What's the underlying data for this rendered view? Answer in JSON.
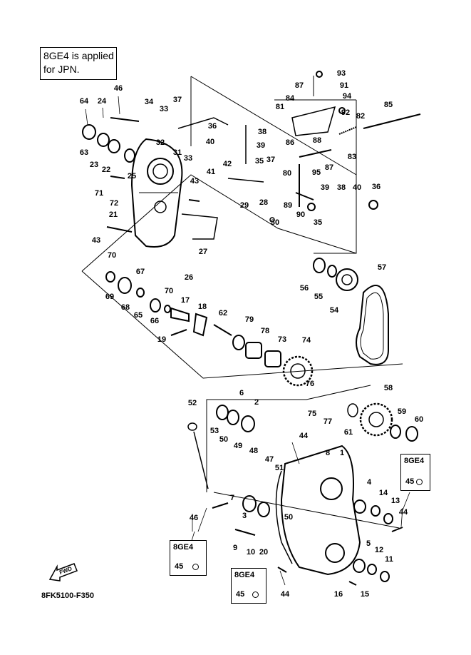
{
  "note": {
    "line1": "8GE4 is applied",
    "line2": "for JPN."
  },
  "figure_code": "8FK5100-F350",
  "fwd_label": "FWD",
  "variant_boxes": [
    {
      "code": "8GE4",
      "part": "45"
    },
    {
      "code": "8GE4",
      "part": "45"
    },
    {
      "code": "8GE4",
      "part": "45"
    }
  ],
  "callouts": [
    "93",
    "87",
    "91",
    "84",
    "94",
    "81",
    "92",
    "85",
    "82",
    "88",
    "86",
    "83",
    "87",
    "80",
    "95",
    "39",
    "38",
    "40",
    "36",
    "89",
    "90",
    "35",
    "64",
    "24",
    "46",
    "34",
    "33",
    "37",
    "63",
    "23",
    "22",
    "25",
    "32",
    "36",
    "38",
    "31",
    "40",
    "39",
    "33",
    "42",
    "35",
    "37",
    "41",
    "29",
    "28",
    "30",
    "71",
    "72",
    "43",
    "21",
    "43",
    "27",
    "26",
    "70",
    "69",
    "67",
    "68",
    "65",
    "70",
    "66",
    "17",
    "18",
    "19",
    "62",
    "79",
    "78",
    "73",
    "74",
    "76",
    "75",
    "77",
    "56",
    "55",
    "54",
    "57",
    "58",
    "59",
    "60",
    "61",
    "52",
    "53",
    "6",
    "2",
    "44",
    "8",
    "1",
    "50",
    "49",
    "48",
    "47",
    "51",
    "4",
    "14",
    "13",
    "44",
    "7",
    "3",
    "50",
    "46",
    "9",
    "10",
    "20",
    "5",
    "12",
    "11",
    "44",
    "16",
    "15"
  ]
}
